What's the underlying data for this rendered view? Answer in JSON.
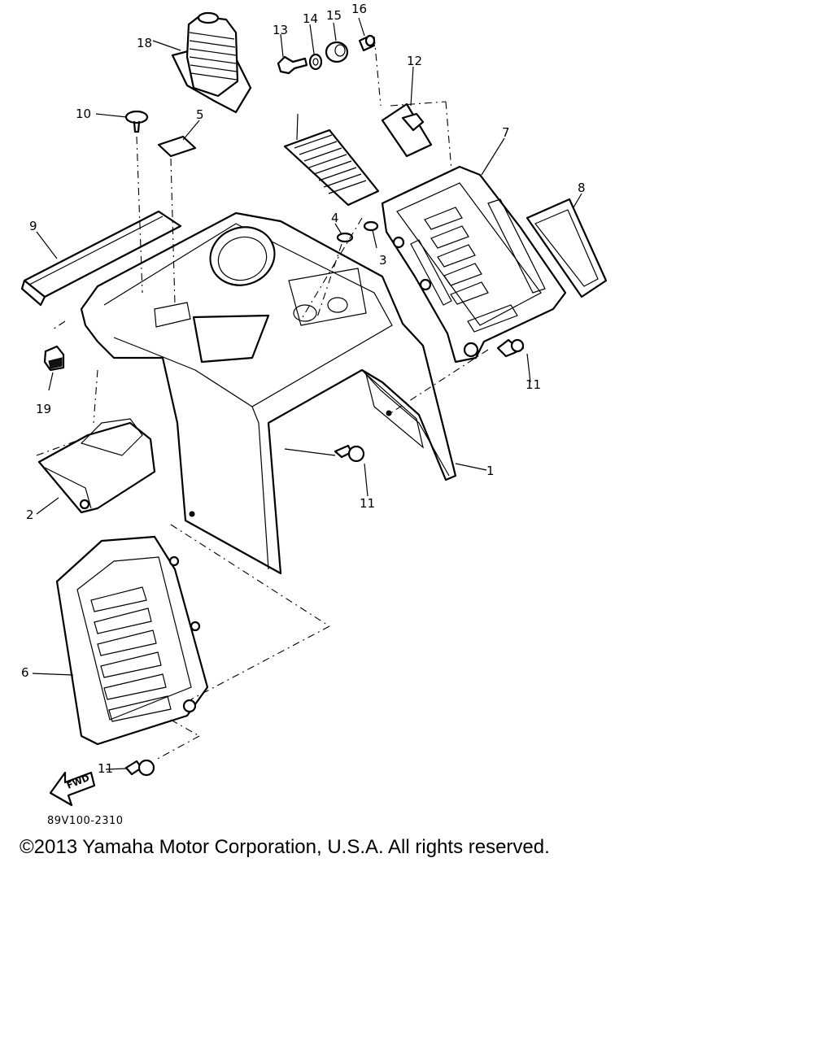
{
  "diagram": {
    "callouts": [
      "1",
      "2",
      "3",
      "4",
      "5",
      "6",
      "7",
      "8",
      "9",
      "10",
      "11",
      "12",
      "13",
      "14",
      "15",
      "16",
      "18",
      "19"
    ],
    "arrow_label": "FWD",
    "drawing_code": "89V100-2310",
    "copyright": "©2013 Yamaha Motor Corporation, U.S.A. All rights reserved."
  }
}
